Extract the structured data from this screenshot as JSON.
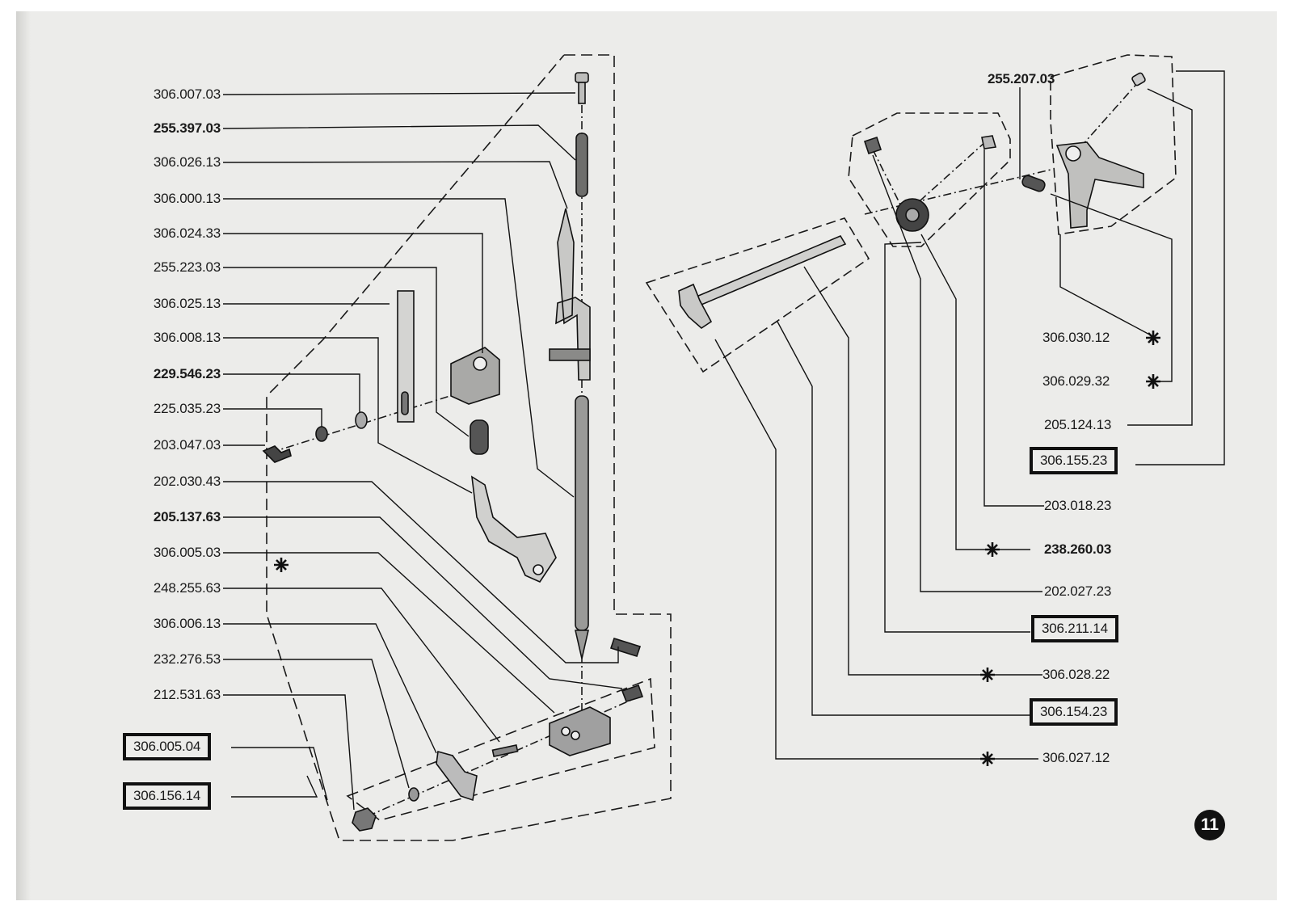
{
  "left_labels": [
    {
      "id": "l1",
      "text": "306.007.03",
      "boxed": false,
      "bold": false
    },
    {
      "id": "l2",
      "text": "255.397.03",
      "boxed": false,
      "bold": true
    },
    {
      "id": "l3",
      "text": "306.026.13",
      "boxed": false,
      "bold": false
    },
    {
      "id": "l4",
      "text": "306.000.13",
      "boxed": false,
      "bold": false
    },
    {
      "id": "l5",
      "text": "306.024.33",
      "boxed": false,
      "bold": false
    },
    {
      "id": "l6",
      "text": "255.223.03",
      "boxed": false,
      "bold": false
    },
    {
      "id": "l7",
      "text": "306.025.13",
      "boxed": false,
      "bold": false
    },
    {
      "id": "l8",
      "text": "306.008.13",
      "boxed": false,
      "bold": false
    },
    {
      "id": "l9",
      "text": "229.546.23",
      "boxed": false,
      "bold": true
    },
    {
      "id": "l10",
      "text": "225.035.23",
      "boxed": false,
      "bold": false
    },
    {
      "id": "l11",
      "text": "203.047.03",
      "boxed": false,
      "bold": false
    },
    {
      "id": "l12",
      "text": "202.030.43",
      "boxed": false,
      "bold": false
    },
    {
      "id": "l13",
      "text": "205.137.63",
      "boxed": false,
      "bold": true
    },
    {
      "id": "l14",
      "text": "306.005.03",
      "boxed": false,
      "bold": false
    },
    {
      "id": "l15",
      "text": "248.255.63",
      "boxed": false,
      "bold": false
    },
    {
      "id": "l16",
      "text": "306.006.13",
      "boxed": false,
      "bold": false
    },
    {
      "id": "l17",
      "text": "232.276.53",
      "boxed": false,
      "bold": false
    },
    {
      "id": "l18",
      "text": "212.531.63",
      "boxed": false,
      "bold": false
    },
    {
      "id": "l19",
      "text": "306.005.04",
      "boxed": true,
      "bold": false
    },
    {
      "id": "l20",
      "text": "306.156.14",
      "boxed": true,
      "bold": false
    }
  ],
  "right_labels": [
    {
      "id": "r0",
      "text": "255.207.03",
      "boxed": false,
      "bold": true
    },
    {
      "id": "r1",
      "text": "306.030.12",
      "boxed": false,
      "bold": false
    },
    {
      "id": "r2",
      "text": "306.029.32",
      "boxed": false,
      "bold": false
    },
    {
      "id": "r3",
      "text": "205.124.13",
      "boxed": false,
      "bold": false
    },
    {
      "id": "r4",
      "text": "306.155.23",
      "boxed": true,
      "bold": false
    },
    {
      "id": "r5",
      "text": "203.018.23",
      "boxed": false,
      "bold": false
    },
    {
      "id": "r6",
      "text": "238.260.03",
      "boxed": false,
      "bold": true
    },
    {
      "id": "r7",
      "text": "202.027.23",
      "boxed": false,
      "bold": false
    },
    {
      "id": "r8",
      "text": "306.211.14",
      "boxed": true,
      "bold": false
    },
    {
      "id": "r9",
      "text": "306.028.22",
      "boxed": false,
      "bold": false
    },
    {
      "id": "r10",
      "text": "306.154.23",
      "boxed": true,
      "bold": false
    },
    {
      "id": "r11",
      "text": "306.027.12",
      "boxed": false,
      "bold": false
    }
  ],
  "page_number": "11",
  "colors": {
    "paper": "#ececea",
    "ink": "#111111"
  }
}
